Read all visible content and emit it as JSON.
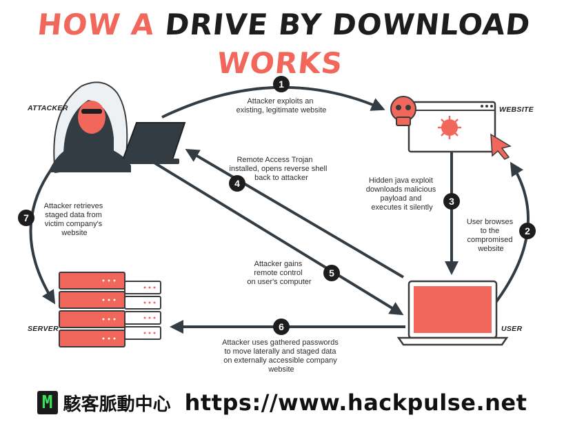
{
  "title": {
    "part1": "HOW A",
    "part2": "DRIVE BY DOWNLOAD",
    "part3": "WORKS"
  },
  "nodes": {
    "attacker": "ATTACKER",
    "website": "WEBSITE",
    "server": "SERVER",
    "user": "USER"
  },
  "steps": [
    {
      "number": "1",
      "lines": [
        "Attacker exploits an",
        "existing, legitimate website"
      ]
    },
    {
      "number": "2",
      "lines": [
        "User browses",
        "to the",
        "compromised",
        "website"
      ]
    },
    {
      "number": "3",
      "lines": [
        "Hidden java exploit",
        "downloads malicious",
        "payload and",
        "executes it silently"
      ]
    },
    {
      "number": "4",
      "lines": [
        "Remote Access Trojan",
        "installed, opens reverse shell",
        "back to attacker"
      ]
    },
    {
      "number": "5",
      "lines": [
        "Attacker gains",
        "remote control",
        "on user's computer"
      ]
    },
    {
      "number": "6",
      "lines": [
        "Attacker uses gathered passwords",
        "to move laterally and staged data",
        "on externally accessible company",
        "website"
      ]
    },
    {
      "number": "7",
      "lines": [
        "Attacker retrieves",
        "staged data from",
        "victim company's",
        "website"
      ]
    }
  ],
  "colors": {
    "accent": "#f1675c",
    "dark": "#333c43",
    "outline": "#3a3a3a"
  },
  "icons": [
    "hacker-icon",
    "laptop-icon",
    "skull-icon",
    "virus-icon",
    "cursor-icon",
    "server-rack-icon",
    "user-laptop-icon"
  ],
  "footer": {
    "logo": "M",
    "name": "駭客脈動中心",
    "url": "https://www.hackpulse.net"
  }
}
